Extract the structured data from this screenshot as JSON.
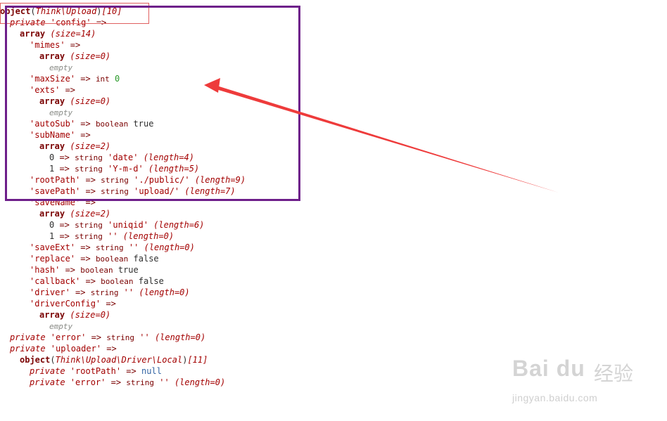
{
  "dump_lines": [
    {
      "indent": 0,
      "segments": [
        {
          "t": "object",
          "c": "obj"
        },
        {
          "t": "(",
          "c": "dark"
        },
        {
          "t": "Think\\Upload",
          "c": "cls"
        },
        {
          "t": ")",
          "c": "dark"
        },
        {
          "t": "[10]",
          "c": "cls"
        }
      ]
    },
    {
      "indent": 14,
      "segments": [
        {
          "t": "private",
          "c": "kw"
        },
        {
          "t": " 'config'",
          "c": "key"
        },
        {
          "t": " =>",
          "c": "arr"
        }
      ]
    },
    {
      "indent": 28,
      "segments": [
        {
          "t": "array",
          "c": "obj"
        },
        {
          "t": " (size=14)",
          "c": "meta"
        }
      ]
    },
    {
      "indent": 42,
      "segments": [
        {
          "t": "'mimes'",
          "c": "key"
        },
        {
          "t": " =>",
          "c": "arr"
        }
      ]
    },
    {
      "indent": 56,
      "segments": [
        {
          "t": "array",
          "c": "obj"
        },
        {
          "t": " (size=0)",
          "c": "meta"
        }
      ]
    },
    {
      "indent": 70,
      "segments": [
        {
          "t": "empty",
          "c": "emp"
        }
      ]
    },
    {
      "indent": 42,
      "segments": [
        {
          "t": "'maxSize'",
          "c": "key"
        },
        {
          "t": " => ",
          "c": "arr"
        },
        {
          "t": "int",
          "c": "ty"
        },
        {
          "t": " 0",
          "c": "num"
        }
      ]
    },
    {
      "indent": 42,
      "segments": [
        {
          "t": "'exts'",
          "c": "key"
        },
        {
          "t": " =>",
          "c": "arr"
        }
      ]
    },
    {
      "indent": 56,
      "segments": [
        {
          "t": "array",
          "c": "obj"
        },
        {
          "t": " (size=0)",
          "c": "meta"
        }
      ]
    },
    {
      "indent": 70,
      "segments": [
        {
          "t": "empty",
          "c": "emp"
        }
      ]
    },
    {
      "indent": 42,
      "segments": [
        {
          "t": "'autoSub'",
          "c": "key"
        },
        {
          "t": " => ",
          "c": "arr"
        },
        {
          "t": "boolean",
          "c": "ty"
        },
        {
          "t": " true",
          "c": "dark"
        }
      ]
    },
    {
      "indent": 42,
      "segments": [
        {
          "t": "'subName'",
          "c": "key"
        },
        {
          "t": " =>",
          "c": "arr"
        }
      ]
    },
    {
      "indent": 56,
      "segments": [
        {
          "t": "array",
          "c": "obj"
        },
        {
          "t": " (size=2)",
          "c": "meta"
        }
      ]
    },
    {
      "indent": 70,
      "segments": [
        {
          "t": "0",
          "c": "dark"
        },
        {
          "t": " => ",
          "c": "arr"
        },
        {
          "t": "string",
          "c": "ty"
        },
        {
          "t": " 'date'",
          "c": "str"
        },
        {
          "t": " (length=4)",
          "c": "meta"
        }
      ]
    },
    {
      "indent": 70,
      "segments": [
        {
          "t": "1",
          "c": "dark"
        },
        {
          "t": " => ",
          "c": "arr"
        },
        {
          "t": "string",
          "c": "ty"
        },
        {
          "t": " 'Y-m-d'",
          "c": "str"
        },
        {
          "t": " (length=5)",
          "c": "meta"
        }
      ]
    },
    {
      "indent": 42,
      "segments": [
        {
          "t": "'rootPath'",
          "c": "key"
        },
        {
          "t": " => ",
          "c": "arr"
        },
        {
          "t": "string",
          "c": "ty"
        },
        {
          "t": " './public/'",
          "c": "str"
        },
        {
          "t": " (length=9)",
          "c": "meta"
        }
      ]
    },
    {
      "indent": 42,
      "segments": [
        {
          "t": "'savePath'",
          "c": "key"
        },
        {
          "t": " => ",
          "c": "arr"
        },
        {
          "t": "string",
          "c": "ty"
        },
        {
          "t": " 'upload/'",
          "c": "str"
        },
        {
          "t": " (length=7)",
          "c": "meta"
        }
      ]
    },
    {
      "indent": 42,
      "segments": [
        {
          "t": "'saveName'",
          "c": "key"
        },
        {
          "t": " =>",
          "c": "arr"
        }
      ]
    },
    {
      "indent": 56,
      "segments": [
        {
          "t": "array",
          "c": "obj"
        },
        {
          "t": " (size=2)",
          "c": "meta"
        }
      ]
    },
    {
      "indent": 70,
      "segments": [
        {
          "t": "0",
          "c": "dark"
        },
        {
          "t": " => ",
          "c": "arr"
        },
        {
          "t": "string",
          "c": "ty"
        },
        {
          "t": " 'uniqid'",
          "c": "str"
        },
        {
          "t": " (length=6)",
          "c": "meta"
        }
      ]
    },
    {
      "indent": 70,
      "segments": [
        {
          "t": "1",
          "c": "dark"
        },
        {
          "t": " => ",
          "c": "arr"
        },
        {
          "t": "string",
          "c": "ty"
        },
        {
          "t": " ''",
          "c": "str"
        },
        {
          "t": " (length=0)",
          "c": "meta"
        }
      ]
    },
    {
      "indent": 42,
      "segments": [
        {
          "t": "'saveExt'",
          "c": "key"
        },
        {
          "t": " => ",
          "c": "arr"
        },
        {
          "t": "string",
          "c": "ty"
        },
        {
          "t": " ''",
          "c": "str"
        },
        {
          "t": " (length=0)",
          "c": "meta"
        }
      ]
    },
    {
      "indent": 42,
      "segments": [
        {
          "t": "'replace'",
          "c": "key"
        },
        {
          "t": " => ",
          "c": "arr"
        },
        {
          "t": "boolean",
          "c": "ty"
        },
        {
          "t": " false",
          "c": "dark"
        }
      ]
    },
    {
      "indent": 42,
      "segments": [
        {
          "t": "'hash'",
          "c": "key"
        },
        {
          "t": " => ",
          "c": "arr"
        },
        {
          "t": "boolean",
          "c": "ty"
        },
        {
          "t": " true",
          "c": "dark"
        }
      ]
    },
    {
      "indent": 42,
      "segments": [
        {
          "t": "'callback'",
          "c": "key"
        },
        {
          "t": " => ",
          "c": "arr"
        },
        {
          "t": "boolean",
          "c": "ty"
        },
        {
          "t": " false",
          "c": "dark"
        }
      ]
    },
    {
      "indent": 42,
      "segments": [
        {
          "t": "'driver'",
          "c": "key"
        },
        {
          "t": " => ",
          "c": "arr"
        },
        {
          "t": "string",
          "c": "ty"
        },
        {
          "t": " ''",
          "c": "str"
        },
        {
          "t": " (length=0)",
          "c": "meta"
        }
      ]
    },
    {
      "indent": 42,
      "segments": [
        {
          "t": "'driverConfig'",
          "c": "key"
        },
        {
          "t": " =>",
          "c": "arr"
        }
      ]
    },
    {
      "indent": 56,
      "segments": [
        {
          "t": "array",
          "c": "obj"
        },
        {
          "t": " (size=0)",
          "c": "meta"
        }
      ]
    },
    {
      "indent": 70,
      "segments": [
        {
          "t": "empty",
          "c": "emp"
        }
      ]
    },
    {
      "indent": 14,
      "segments": [
        {
          "t": "private",
          "c": "kw"
        },
        {
          "t": " 'error'",
          "c": "key"
        },
        {
          "t": " => ",
          "c": "arr"
        },
        {
          "t": "string",
          "c": "ty"
        },
        {
          "t": " ''",
          "c": "str"
        },
        {
          "t": " (length=0)",
          "c": "meta"
        }
      ]
    },
    {
      "indent": 14,
      "segments": [
        {
          "t": "private",
          "c": "kw"
        },
        {
          "t": " 'uploader'",
          "c": "key"
        },
        {
          "t": " =>",
          "c": "arr"
        }
      ]
    },
    {
      "indent": 28,
      "segments": [
        {
          "t": "object",
          "c": "obj"
        },
        {
          "t": "(",
          "c": "dark"
        },
        {
          "t": "Think\\Upload\\Driver\\Local",
          "c": "cls"
        },
        {
          "t": ")",
          "c": "dark"
        },
        {
          "t": "[11]",
          "c": "cls"
        }
      ]
    },
    {
      "indent": 42,
      "segments": [
        {
          "t": "private",
          "c": "kw"
        },
        {
          "t": " 'rootPath'",
          "c": "key"
        },
        {
          "t": " => ",
          "c": "arr"
        },
        {
          "t": "null",
          "c": "nul"
        }
      ]
    },
    {
      "indent": 42,
      "segments": [
        {
          "t": "private",
          "c": "kw"
        },
        {
          "t": " 'error'",
          "c": "key"
        },
        {
          "t": " => ",
          "c": "arr"
        },
        {
          "t": "string",
          "c": "ty"
        },
        {
          "t": " ''",
          "c": "str"
        },
        {
          "t": " (length=0)",
          "c": "meta"
        }
      ]
    }
  ],
  "annotations": {
    "box_color": "#6e1f8a",
    "highlight_color": "#e06060",
    "arrow_color": "#ee3b3b"
  },
  "watermark": {
    "logo": "Bai du",
    "cn": "经验",
    "url": "jingyan.baidu.com"
  }
}
